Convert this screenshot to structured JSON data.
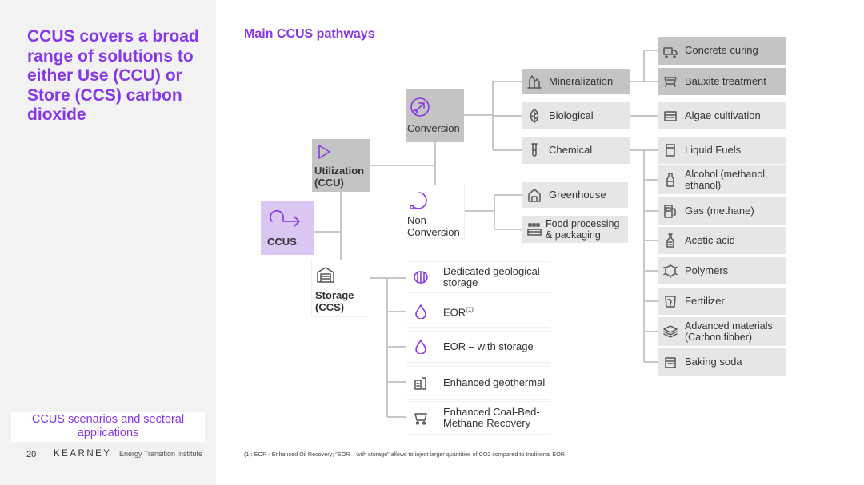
{
  "sidebar": {
    "headline": "CCUS covers a broad range of solutions to either Use (CCU) or Store (CCS) carbon dioxide",
    "section_label": "CCUS scenarios and sectoral applications"
  },
  "footer": {
    "page_number": "20",
    "logo": "KEARNEY",
    "institute": "Energy Transition Institute"
  },
  "main": {
    "title": "Main CCUS pathways",
    "footnote": "(1): EOR - Enhanced Oil Recovery; \"EOR – with storage\" allows to inject larger quantities of CO2 compared to traditional EOR"
  },
  "diagram": {
    "root": {
      "label": "CCUS",
      "icon": "ccus-loop-icon"
    },
    "utilization": {
      "label": "Utilization (CCU)",
      "icon": "play-icon"
    },
    "storage": {
      "label": "Storage (CCS)",
      "icon": "warehouse-icon"
    },
    "conversion": {
      "label": "Conversion",
      "icon": "arrow-circle-icon"
    },
    "non_conversion": {
      "label": "Non-Conversion",
      "icon": "circle-loop-icon"
    },
    "conversion_types": [
      {
        "label": "Mineralization",
        "icon": "mineral-icon"
      },
      {
        "label": "Biological",
        "icon": "leaf-icon"
      },
      {
        "label": "Chemical",
        "icon": "test-tube-icon"
      }
    ],
    "non_conversion_types": [
      {
        "label": "Greenhouse",
        "icon": "greenhouse-icon"
      },
      {
        "label": "Food processing & packaging",
        "icon": "food-icon"
      }
    ],
    "mineralization_apps": [
      {
        "label": "Concrete curing",
        "icon": "truck-icon"
      },
      {
        "label": "Bauxite treatment",
        "icon": "cart-icon"
      }
    ],
    "biological_apps": [
      {
        "label": "Algae cultivation",
        "icon": "tank-icon"
      }
    ],
    "chemical_apps": [
      {
        "label": "Liquid Fuels",
        "icon": "fuel-icon"
      },
      {
        "label": "Alcohol (methanol, ethanol)",
        "icon": "bottle-icon"
      },
      {
        "label": "Gas (methane)",
        "icon": "gas-pump-icon"
      },
      {
        "label": "Acetic acid",
        "icon": "flask-icon"
      },
      {
        "label": "Polymers",
        "icon": "polymer-icon"
      },
      {
        "label": "Fertilizer",
        "icon": "fertilizer-icon"
      },
      {
        "label": "Advanced materials (Carbon fibber)",
        "icon": "layers-icon"
      },
      {
        "label": "Baking soda",
        "icon": "soda-icon"
      }
    ],
    "storage_apps": [
      {
        "label": "Dedicated geological storage",
        "icon": "barrel-icon"
      },
      {
        "label": "EOR",
        "sup": "(1)",
        "icon": "drop-icon"
      },
      {
        "label": "EOR – with storage",
        "icon": "drop-icon"
      },
      {
        "label": "Enhanced geothermal",
        "icon": "geothermal-icon"
      },
      {
        "label": "Enhanced Coal-Bed-Methane Recovery",
        "icon": "mine-cart-icon"
      }
    ]
  }
}
